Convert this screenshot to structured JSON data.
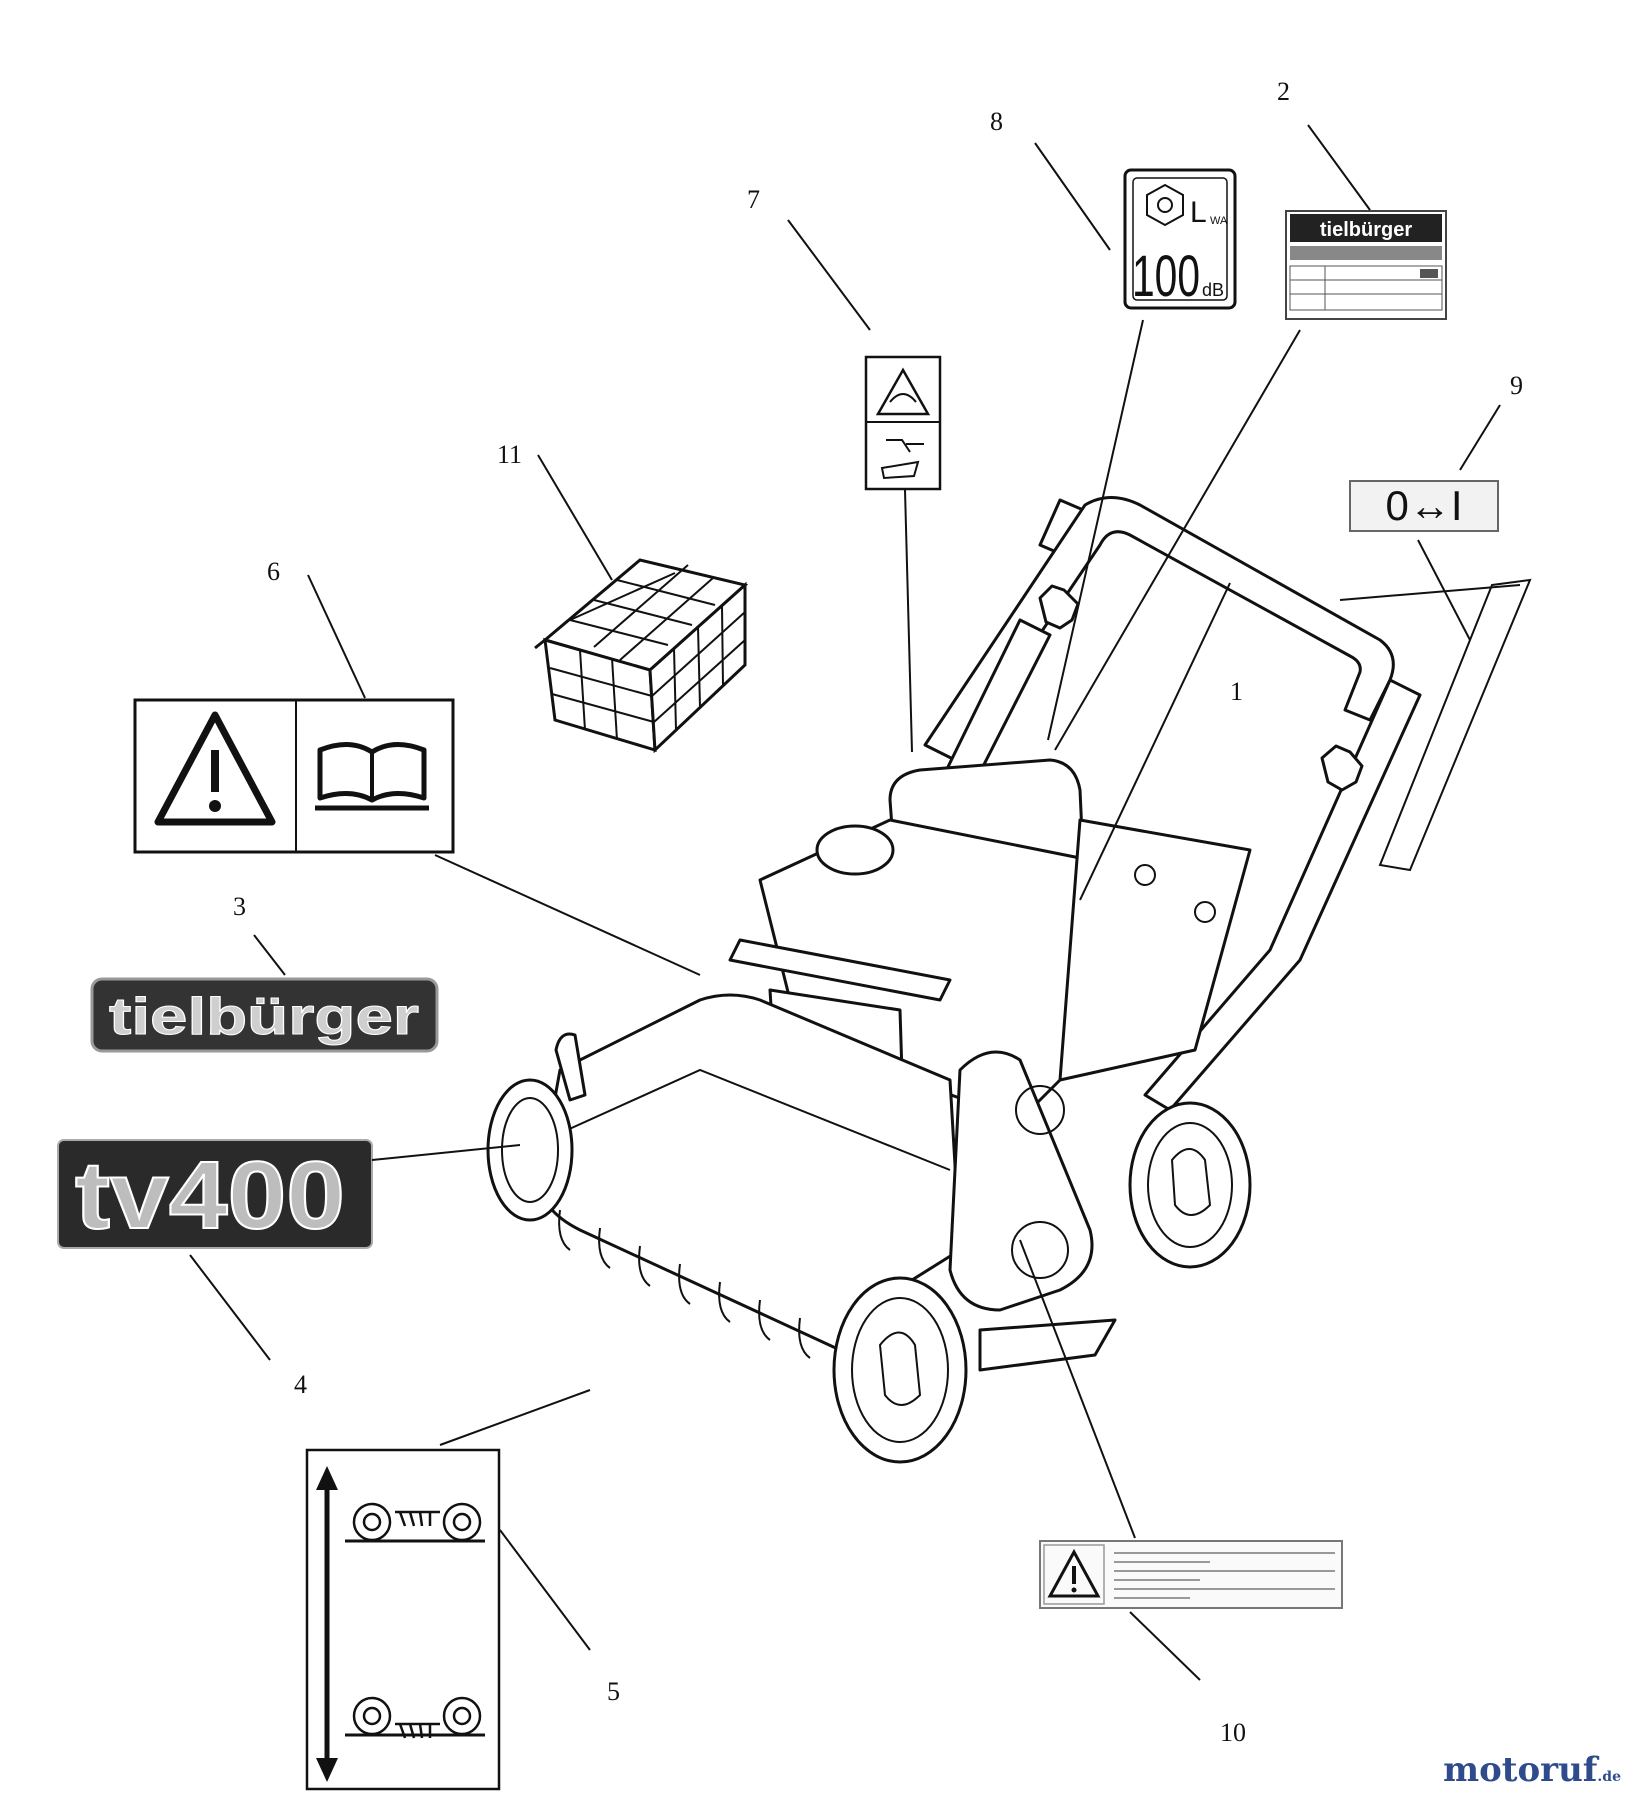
{
  "callouts": [
    "1",
    "2",
    "3",
    "4",
    "5",
    "6",
    "7",
    "8",
    "9",
    "10",
    "11"
  ],
  "decals": {
    "brand_logo": "tielbürger",
    "model_logo": "tv400",
    "noise_label": {
      "value": "100",
      "unit": "dB",
      "symbol": "L",
      "subscript": "WA"
    },
    "switch_label": "0↔I",
    "rating_plate_brand": "tielbürger"
  },
  "watermark": {
    "text": "motoruf",
    "suffix": ".de"
  }
}
